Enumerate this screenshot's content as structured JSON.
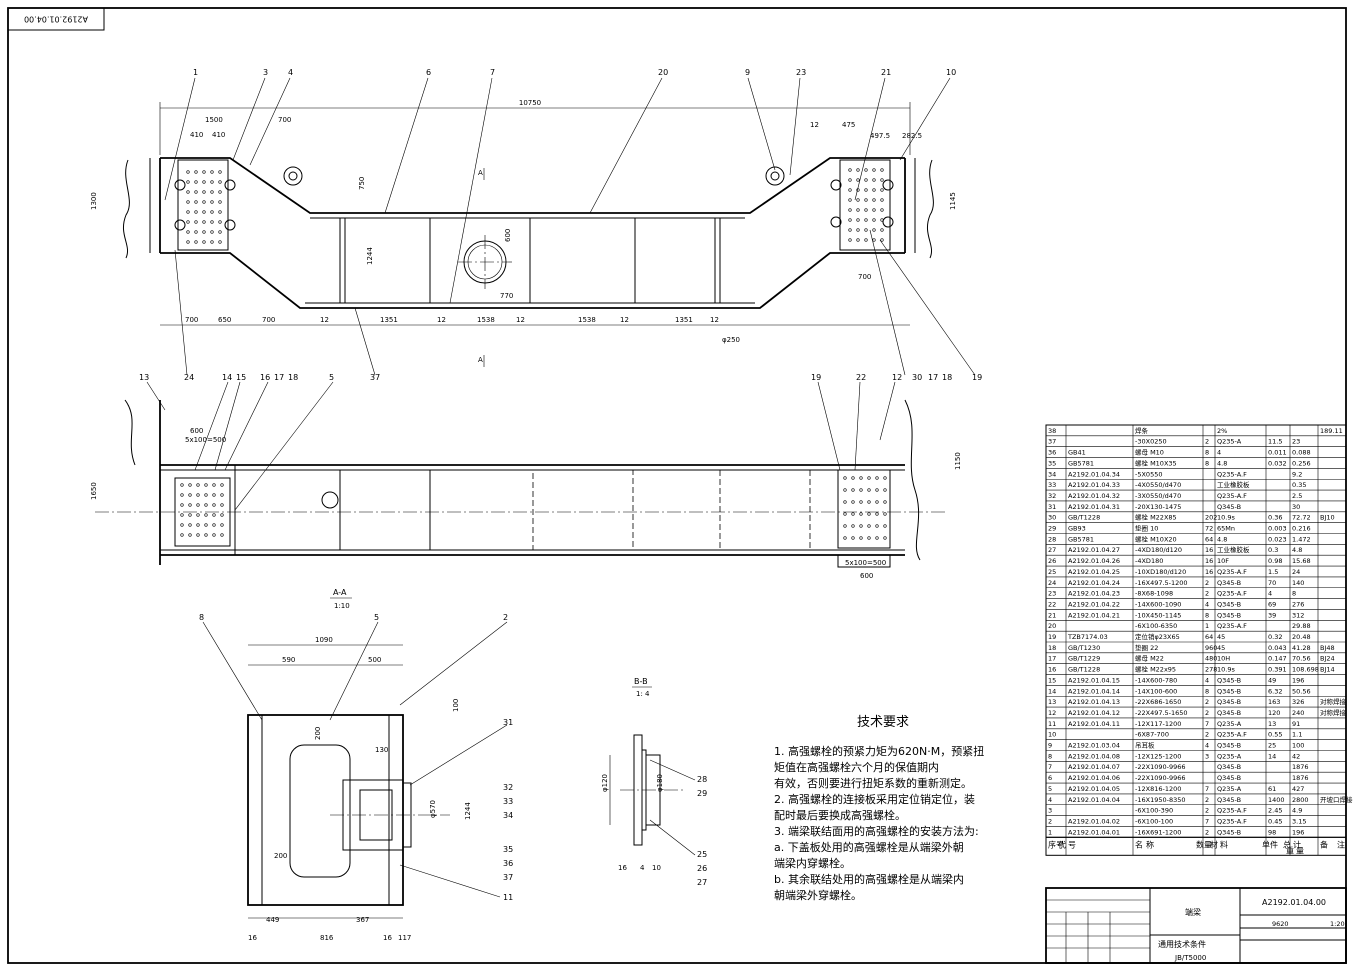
{
  "drawing_number_rotated": "A2192.01.04.00",
  "overall_length": "10750",
  "section_aa": {
    "title": "A-A",
    "scale": "1:10"
  },
  "section_bb": {
    "title": "B-B",
    "scale": "1: 4"
  },
  "requirements": {
    "title": "技术要求",
    "lines": [
      "1. 高强螺栓的预紧力矩为620N·M，预紧扭",
      "矩值在高强螺栓六个月的保值期内",
      "    有效，否则要进行扭矩系数的重新测定。",
      "2. 高强螺栓的连接板采用定位销定位，装",
      "配时最后要换成高强螺栓。",
      "3. 端梁联结面用的高强螺栓的安装方法为:",
      "    a. 下盖板处用的高强螺栓是从端梁外朝",
      "端梁内穿螺栓。",
      "    b. 其余联结处用的高强螺栓是从端梁内",
      "朝端梁外穿螺栓。"
    ]
  },
  "bom": {
    "rows": [
      [
        "38",
        "",
        "焊条",
        "",
        "2%",
        "",
        "",
        "189.11",
        ""
      ],
      [
        "37",
        "",
        "-30X0250",
        "2",
        "Q235-A",
        "11.5",
        "23",
        ""
      ],
      [
        "36",
        "GB41",
        "螺母 M10",
        "8",
        "4",
        "0.011",
        "0.088",
        ""
      ],
      [
        "35",
        "GB5781",
        "螺栓 M10X35",
        "8",
        "4.8",
        "0.032",
        "0.256",
        ""
      ],
      [
        "34",
        "A2192.01.04.34",
        "-5X0550",
        "",
        "Q235-A.F",
        "",
        "9.2",
        ""
      ],
      [
        "33",
        "A2192.01.04.33",
        "-4X0550/d470",
        "",
        "工业橡胶板",
        "",
        "0.35",
        ""
      ],
      [
        "32",
        "A2192.01.04.32",
        "-3X0550/d470",
        "",
        "Q235-A.F",
        "",
        "2.5",
        ""
      ],
      [
        "31",
        "A2192.01.04.31",
        "-20X130-1475",
        "",
        "Q345-B",
        "",
        "30",
        ""
      ],
      [
        "30",
        "GB/T1228",
        "螺栓 M22X85",
        "202",
        "10.9s",
        "0.36",
        "72.72",
        "BJ10"
      ],
      [
        "29",
        "GB93",
        "垫圈 10",
        "72",
        "65Mn",
        "0.003",
        "0.216",
        ""
      ],
      [
        "28",
        "GB5781",
        "螺栓 M10X20",
        "64",
        "4.8",
        "0.023",
        "1.472",
        ""
      ],
      [
        "27",
        "A2192.01.04.27",
        "-4XD180/d120",
        "16",
        "工业橡胶板",
        "0.3",
        "4.8",
        ""
      ],
      [
        "26",
        "A2192.01.04.26",
        "-4XD180",
        "16",
        "10F",
        "0.98",
        "15.68",
        ""
      ],
      [
        "25",
        "A2192.01.04.25",
        "-10XD180/d120",
        "16",
        "Q235-A.F",
        "1.5",
        "24",
        ""
      ],
      [
        "24",
        "A2192.01.04.24",
        "-16X497.5-1200",
        "2",
        "Q345-B",
        "70",
        "140",
        ""
      ],
      [
        "23",
        "A2192.01.04.23",
        "-8X68-1098",
        "2",
        "Q235-A.F",
        "4",
        "8",
        ""
      ],
      [
        "22",
        "A2192.01.04.22",
        "-14X600-1090",
        "4",
        "Q345-B",
        "69",
        "276",
        ""
      ],
      [
        "21",
        "A2192.01.04.21",
        "-10X450-1145",
        "8",
        "Q345-B",
        "39",
        "312",
        ""
      ],
      [
        "20",
        "",
        "-6X100-6350",
        "1",
        "Q235-A.F",
        "",
        "29.88",
        ""
      ],
      [
        "19",
        "TZB7174.03",
        "定位销φ23X65",
        "64",
        "45",
        "0.32",
        "20.48",
        ""
      ],
      [
        "18",
        "GB/T1230",
        "垫圈 22",
        "960",
        "45",
        "0.043",
        "41.28",
        "BJ48"
      ],
      [
        "17",
        "GB/T1229",
        "螺母 M22",
        "480",
        "10H",
        "0.147",
        "70.56",
        "BJ24"
      ],
      [
        "16",
        "GB/T1228",
        "螺栓 M22x95",
        "278",
        "10.9s",
        "0.391",
        "108.698",
        "BJ14"
      ],
      [
        "15",
        "A2192.01.04.15",
        "-14X600-780",
        "4",
        "Q345-B",
        "49",
        "196",
        ""
      ],
      [
        "14",
        "A2192.01.04.14",
        "-14X100-600",
        "8",
        "Q345-B",
        "6.32",
        "50.56",
        ""
      ],
      [
        "13",
        "A2192.01.04.13",
        "-22X686-1650",
        "2",
        "Q345-B",
        "163",
        "326",
        "对称焊接"
      ],
      [
        "12",
        "A2192.01.04.12",
        "-22X497.5-1650",
        "2",
        "Q345-B",
        "120",
        "240",
        "对称焊接"
      ],
      [
        "11",
        "A2192.01.04.11",
        "-12X117-1200",
        "7",
        "Q235-A",
        "13",
        "91",
        ""
      ],
      [
        "10",
        "",
        "-6X87-700",
        "2",
        "Q235-A.F",
        "0.55",
        "1.1",
        ""
      ],
      [
        "9",
        "A2192.01.03.04",
        "吊耳板",
        "4",
        "Q345-B",
        "25",
        "100",
        ""
      ],
      [
        "8",
        "A2192.01.04.08",
        "-12X125-1200",
        "3",
        "Q235-A",
        "14",
        "42",
        ""
      ],
      [
        "7",
        "A2192.01.04.07",
        "-22X1090-9966",
        "",
        "Q345-B",
        "",
        "1876",
        ""
      ],
      [
        "6",
        "A2192.01.04.06",
        "-22X1090-9966",
        "",
        "Q345-B",
        "",
        "1876",
        ""
      ],
      [
        "5",
        "A2192.01.04.05",
        "-12X816-1200",
        "7",
        "Q235-A",
        "61",
        "427",
        ""
      ],
      [
        "4",
        "A2192.01.04.04",
        "-16X1950-8350",
        "2",
        "Q345-B",
        "1400",
        "2800",
        "开坡口焊接"
      ],
      [
        "3",
        "",
        "-6X100-390",
        "2",
        "Q235-A.F",
        "2.45",
        "4.9",
        ""
      ],
      [
        "2",
        "A2192.01.04.02",
        "-6X100-100",
        "7",
        "Q235-A.F",
        "0.45",
        "3.15",
        ""
      ],
      [
        "1",
        "A2192.01.04.01",
        "-16X691-1200",
        "2",
        "Q345-B",
        "98",
        "196",
        ""
      ]
    ],
    "header": [
      "序号",
      "代",
      "号",
      "名",
      "称",
      "数量",
      "材",
      "料",
      "单",
      "件",
      "总",
      "计",
      "重",
      "量",
      "备",
      "注"
    ]
  },
  "title_block": {
    "part_name": "端梁",
    "drawing_number": "A2192.01.04.00",
    "spec": "通用技术条件",
    "standard": "JB/T5000",
    "weight": "9620",
    "scale": "1:20"
  }
}
